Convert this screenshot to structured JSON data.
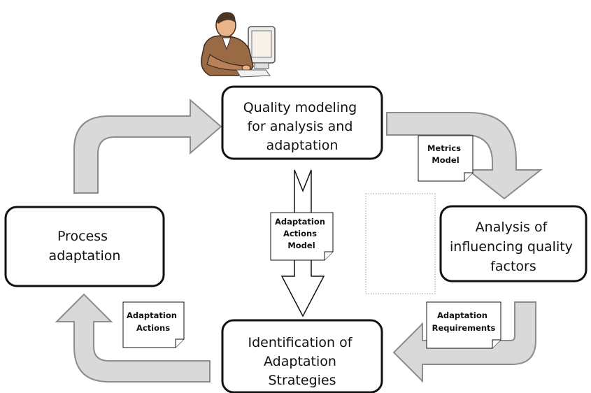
{
  "diagram": {
    "boxes": {
      "quality_modeling": [
        "Quality modeling",
        "for analysis and",
        "adaptation"
      ],
      "analysis": [
        "Analysis of",
        "influencing quality",
        "factors"
      ],
      "identification": [
        "Identification of",
        "Adaptation",
        "Strategies"
      ],
      "process_adaptation": [
        "Process",
        "adaptation"
      ]
    },
    "documents": {
      "metrics_model": [
        "Metrics",
        "Model"
      ],
      "adaptation_actions_model": [
        "Adaptation",
        "Actions",
        "Model"
      ],
      "adaptation_requirements": [
        "Adaptation",
        "Requirements"
      ],
      "adaptation_actions": [
        "Adaptation",
        "Actions"
      ]
    },
    "icons": {
      "person": "person-at-computer-icon"
    },
    "colors": {
      "arrow_fill": "#d9d9d9",
      "arrow_stroke": "#8c8c8c",
      "box_stroke": "#111111",
      "skin": "#e9b48a",
      "suit": "#9a6a44"
    }
  }
}
